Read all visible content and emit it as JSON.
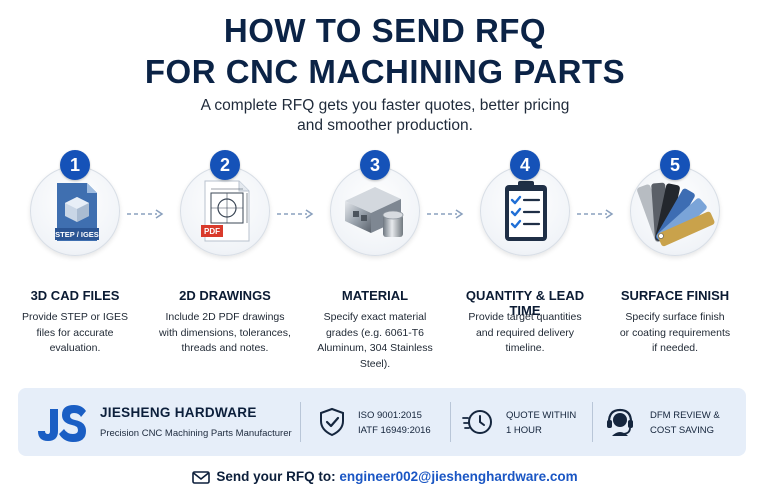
{
  "header": {
    "title_line1": "HOW TO SEND RFQ",
    "title_line2": "FOR CNC MACHINING PARTS",
    "subtitle_line1": "A complete RFQ gets you faster quotes, better pricing",
    "subtitle_line2": "and smoother production."
  },
  "steps": [
    {
      "number": "1",
      "icon": "cad-file-icon",
      "icon_label": "STEP / IGES",
      "title": "3D CAD FILES",
      "desc": [
        "Provide STEP or IGES",
        "files for accurate",
        "evaluation."
      ]
    },
    {
      "number": "2",
      "icon": "pdf-drawing-icon",
      "icon_label": "PDF",
      "title": "2D DRAWINGS",
      "desc": [
        "Include 2D PDF drawings",
        "with dimensions, tolerances,",
        "threads and notes."
      ]
    },
    {
      "number": "3",
      "icon": "material-stock-icon",
      "title": "MATERIAL",
      "desc": [
        "Specify exact material",
        "grades (e.g. 6061-T6",
        "Aluminum, 304 Stainless",
        "Steel)."
      ]
    },
    {
      "number": "4",
      "icon": "checklist-clipboard-icon",
      "title": "QUANTITY & LEAD TIME",
      "desc": [
        "Provide target quantities",
        "and required delivery",
        "timeline."
      ]
    },
    {
      "number": "5",
      "icon": "finish-swatch-icon",
      "title": "SURFACE FINISH",
      "desc": [
        "Specify surface finish",
        "or coating requirements",
        "if needed."
      ]
    }
  ],
  "footer": {
    "brand_name": "JIESHENG HARDWARE",
    "brand_tagline": "Precision CNC Machining Parts Manufacturer",
    "features": [
      {
        "icon": "shield-check-icon",
        "line1": "ISO 9001:2015",
        "line2": "IATF 16949:2016"
      },
      {
        "icon": "fast-clock-icon",
        "line1": "QUOTE WITHIN",
        "line2": "1 HOUR"
      },
      {
        "icon": "headset-icon",
        "line1": "DFM REVIEW &",
        "line2": "COST SAVING"
      }
    ]
  },
  "contact": {
    "label": "Send your RFQ to:",
    "email": "engineer002@jieshenghardware.com"
  },
  "colors": {
    "accent": "#1552b8",
    "title": "#0b2346",
    "bar_bg": "#e6eef9",
    "email": "#1a56c4"
  }
}
